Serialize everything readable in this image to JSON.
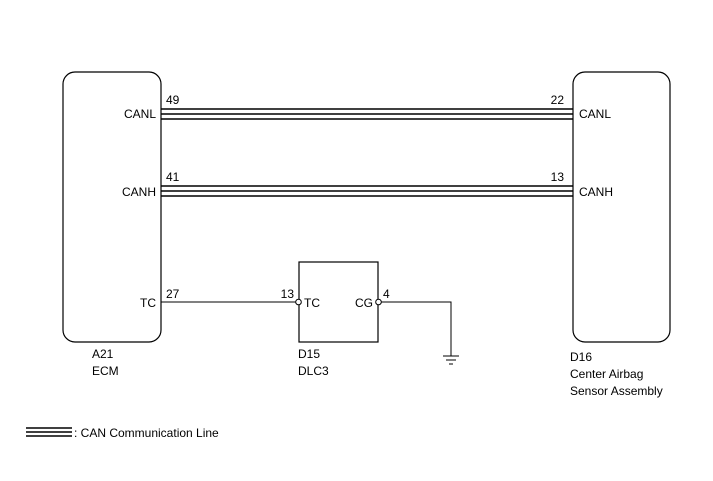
{
  "ecm": {
    "code": "A21",
    "name": "ECM",
    "pins": {
      "canl": {
        "label": "CANL",
        "number": "49"
      },
      "canh": {
        "label": "CANH",
        "number": "41"
      },
      "tc": {
        "label": "TC",
        "number": "27"
      }
    }
  },
  "sensor": {
    "code": "D16",
    "name_line1": "Center Airbag",
    "name_line2": "Sensor Assembly",
    "pins": {
      "canl": {
        "label": "CANL",
        "number": "22"
      },
      "canh": {
        "label": "CANH",
        "number": "13"
      }
    }
  },
  "dlc3": {
    "code": "D15",
    "name": "DLC3",
    "pins": {
      "tc": {
        "label": "TC",
        "number": "13"
      },
      "cg": {
        "label": "CG",
        "number": "4"
      }
    }
  },
  "legend": {
    "text": ": CAN Communication Line"
  },
  "colors": {
    "line": "#000000",
    "background": "#ffffff"
  },
  "icons": {
    "ground": "ground-symbol-icon",
    "terminal": "connector-terminal-icon"
  }
}
